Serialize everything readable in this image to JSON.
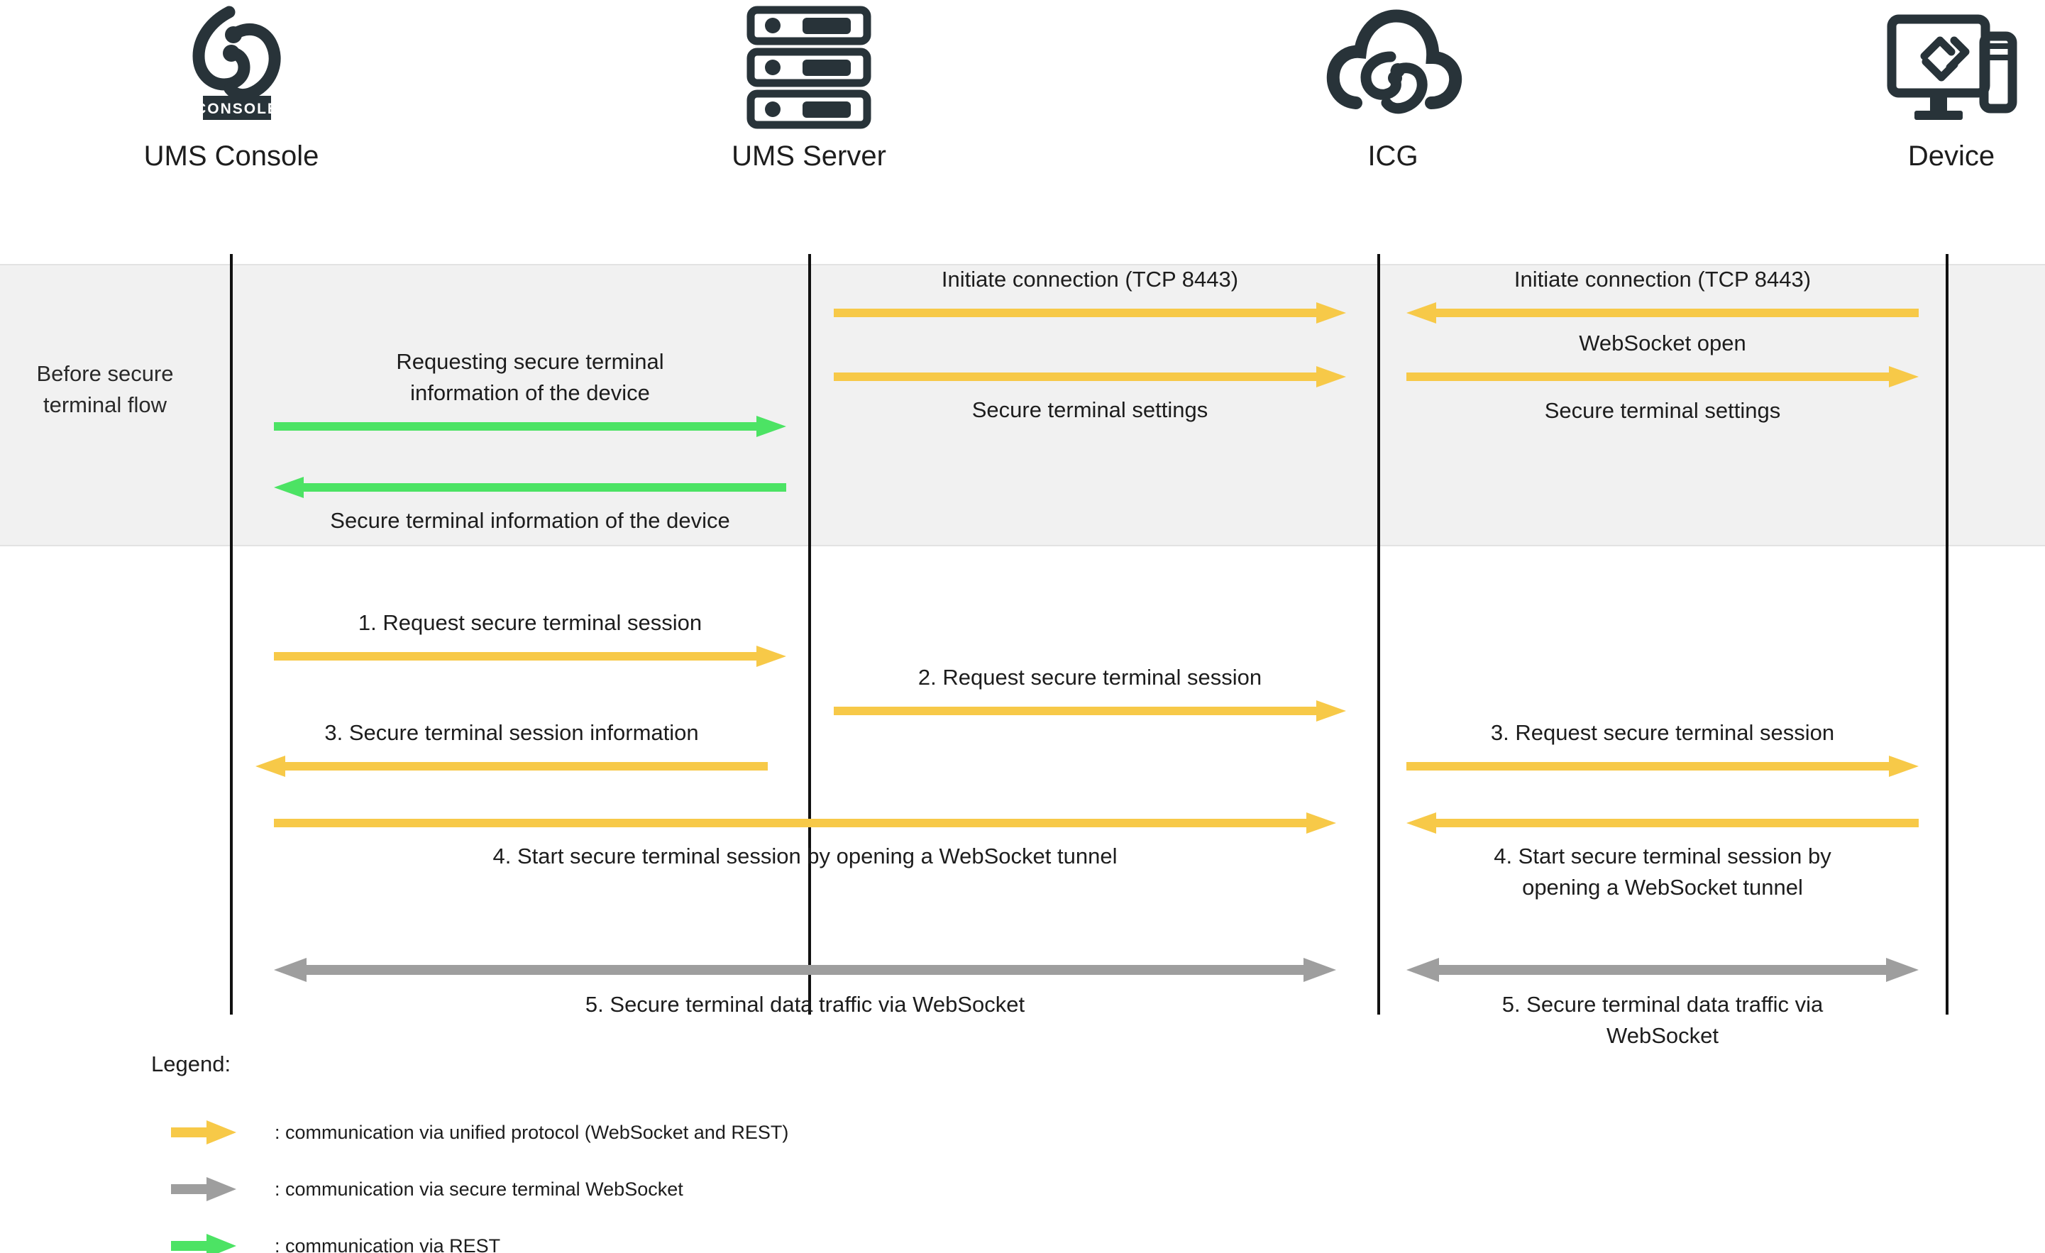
{
  "diagram": {
    "title": "Secure terminal flow sequence diagram",
    "colors": {
      "unified_protocol": "#F7C948",
      "secure_terminal_websocket": "#9E9E9E",
      "rest": "#4CE364",
      "icon": "#283339",
      "band_background": "#F1F1F1",
      "lifeline": "#111111"
    }
  },
  "actors": [
    {
      "id": "ums-console",
      "label": "UMS Console",
      "icon": "ums-console-logo-icon"
    },
    {
      "id": "ums-server",
      "label": "UMS Server",
      "icon": "server-rack-icon"
    },
    {
      "id": "icg",
      "label": "ICG",
      "icon": "cloud-gateway-icon"
    },
    {
      "id": "device",
      "label": "Device",
      "icon": "desktop-computer-icon"
    }
  ],
  "bands": [
    {
      "id": "before-secure-terminal-flow",
      "label": "Before\nsecure\nterminal\nflow"
    }
  ],
  "messages": [
    {
      "id": "m1",
      "label": "Initiate connection (TCP 8443)",
      "protocol": "unified_protocol",
      "direction": "right",
      "from": "ums-server",
      "to": "icg",
      "label_position": "above"
    },
    {
      "id": "m2",
      "label": "Initiate connection (TCP 8443)",
      "protocol": "unified_protocol",
      "direction": "left",
      "from": "device",
      "to": "icg",
      "label_position": "above"
    },
    {
      "id": "m3",
      "label": "Secure terminal settings",
      "protocol": "unified_protocol",
      "direction": "right",
      "from": "ums-server",
      "to": "icg",
      "label_position": "below"
    },
    {
      "id": "m4",
      "label": "WebSocket open",
      "protocol": "unified_protocol",
      "direction": "right",
      "from": "icg",
      "to": "device",
      "label_position": "above"
    },
    {
      "id": "m5",
      "label": "Secure terminal settings",
      "protocol": "unified_protocol",
      "direction": "right",
      "from": "icg",
      "to": "device",
      "label_position": "below"
    },
    {
      "id": "m6",
      "label": "Requesting secure terminal\ninformation of the device",
      "protocol": "rest",
      "direction": "right",
      "from": "ums-console",
      "to": "ums-server",
      "label_position": "above"
    },
    {
      "id": "m7",
      "label": "Secure terminal information of the device",
      "protocol": "rest",
      "direction": "left",
      "from": "ums-server",
      "to": "ums-console",
      "label_position": "below"
    },
    {
      "id": "m8",
      "label": "1.   Request secure terminal session",
      "protocol": "unified_protocol",
      "direction": "right",
      "from": "ums-console",
      "to": "ums-server",
      "label_position": "above"
    },
    {
      "id": "m9",
      "label": "2.   Request secure terminal session",
      "protocol": "unified_protocol",
      "direction": "right",
      "from": "ums-server",
      "to": "icg",
      "label_position": "above"
    },
    {
      "id": "m10",
      "label": "3.   Secure terminal session information",
      "protocol": "unified_protocol",
      "direction": "left",
      "from": "ums-server",
      "to": "ums-console",
      "label_position": "above"
    },
    {
      "id": "m11",
      "label": "3.   Request secure terminal session",
      "protocol": "unified_protocol",
      "direction": "right",
      "from": "icg",
      "to": "device",
      "label_position": "above"
    },
    {
      "id": "m12",
      "label": "4.   Start secure terminal session by opening a WebSocket tunnel",
      "protocol": "unified_protocol",
      "direction": "right",
      "from": "ums-console",
      "to": "icg",
      "label_position": "below"
    },
    {
      "id": "m13",
      "label": "4.   Start secure terminal session by\nopening a WebSocket tunnel",
      "protocol": "unified_protocol",
      "direction": "left",
      "from": "device",
      "to": "icg",
      "label_position": "below"
    },
    {
      "id": "m14",
      "label": "5.   Secure terminal data traffic via WebSocket",
      "protocol": "secure_terminal_websocket",
      "direction": "both",
      "from": "ums-console",
      "to": "icg",
      "label_position": "below"
    },
    {
      "id": "m15",
      "label": "5.   Secure terminal data traffic via\nWebSocket",
      "protocol": "secure_terminal_websocket",
      "direction": "both",
      "from": "icg",
      "to": "device",
      "label_position": "below"
    }
  ],
  "legend": {
    "title": "Legend:",
    "items": [
      {
        "id": "legend-unified-protocol",
        "swatch": "unified_protocol",
        "text": ": communication via unified protocol (WebSocket and REST)"
      },
      {
        "id": "legend-secure-terminal-websocket",
        "swatch": "secure_terminal_websocket",
        "text": ": communication via secure terminal WebSocket"
      },
      {
        "id": "legend-rest",
        "swatch": "rest",
        "text": ": communication via REST"
      }
    ]
  }
}
